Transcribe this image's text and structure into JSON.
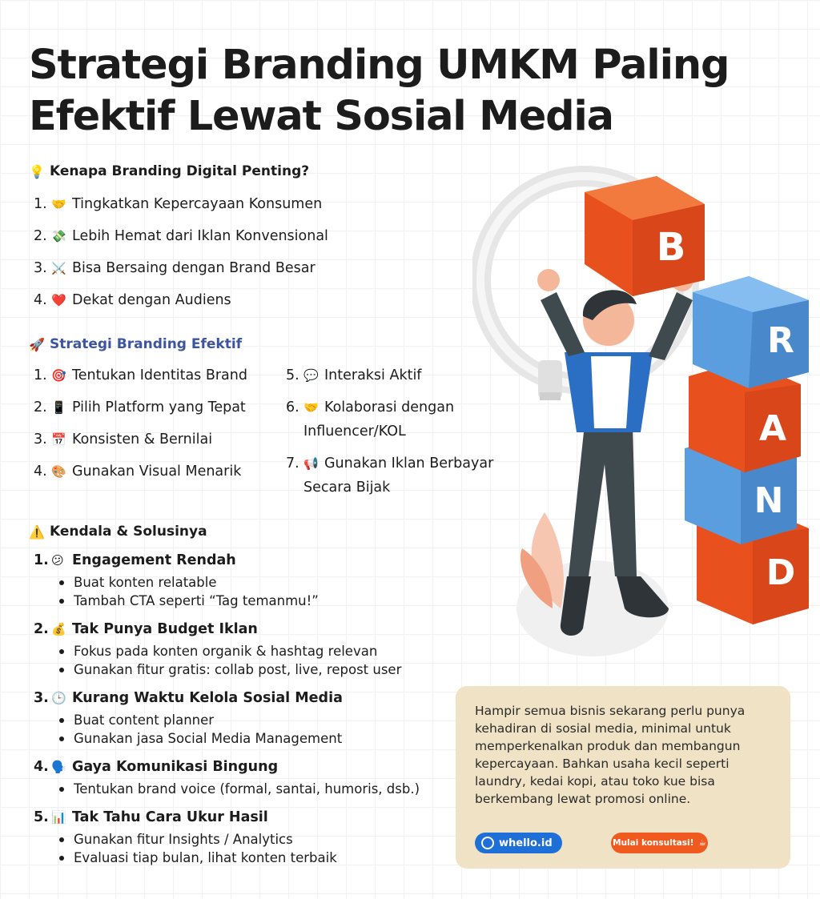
{
  "title_line1": "Strategi Branding UMKM Paling",
  "title_line2": "Efektif Lewat Sosial Media",
  "section1": {
    "icon": "💡",
    "heading": "Kenapa Branding Digital Penting?",
    "items": [
      {
        "num": "1.",
        "icon": "🤝",
        "text": "Tingkatkan Kepercayaan Konsumen"
      },
      {
        "num": "2.",
        "icon": "💸",
        "text": "Lebih Hemat dari Iklan Konvensional"
      },
      {
        "num": "3.",
        "icon": "⚔️",
        "text": "Bisa Bersaing dengan Brand Besar"
      },
      {
        "num": "4.",
        "icon": "❤️",
        "text": "Dekat dengan Audiens"
      }
    ]
  },
  "section2": {
    "icon": "🚀",
    "heading": "Strategi Branding Efektif",
    "items": [
      {
        "num": "1.",
        "icon": "🎯",
        "text": "Tentukan Identitas Brand"
      },
      {
        "num": "2.",
        "icon": "📱",
        "text": "Pilih Platform yang Tepat"
      },
      {
        "num": "3.",
        "icon": "📅",
        "text": "Konsisten & Bernilai"
      },
      {
        "num": "4.",
        "icon": "🎨",
        "text": "Gunakan Visual Menarik"
      },
      {
        "num": "5.",
        "icon": "💬",
        "text": "Interaksi Aktif"
      },
      {
        "num": "6.",
        "icon": "🤝",
        "text": "Kolaborasi dengan",
        "text2": "Influencer/KOL"
      },
      {
        "num": "7.",
        "icon": "📢",
        "text": "Gunakan Iklan Berbayar",
        "text2": "Secara Bijak"
      }
    ]
  },
  "section3": {
    "icon": "⚠️",
    "heading": "Kendala & Solusinya",
    "items": [
      {
        "num": "1.",
        "icon": "😕",
        "title": "Engagement Rendah",
        "bullets": [
          "Buat konten relatable",
          "Tambah CTA seperti “Tag temanmu!”"
        ]
      },
      {
        "num": "2.",
        "icon": "💰",
        "title": "Tak Punya Budget Iklan",
        "bullets": [
          "Fokus pada konten organik & hashtag relevan",
          "Gunakan fitur gratis: collab post, live, repost user"
        ]
      },
      {
        "num": "3.",
        "icon": "🕒",
        "title": "Kurang Waktu Kelola Sosial Media",
        "bullets": [
          "Buat content planner",
          "Gunakan jasa Social Media Management"
        ]
      },
      {
        "num": "4.",
        "icon": "🗣️",
        "title": "Gaya Komunikasi Bingung",
        "bullets": [
          "Tentukan brand voice (formal, santai, humoris, dsb.)"
        ]
      },
      {
        "num": "5.",
        "icon": "📊",
        "title": "Tak Tahu Cara Ukur Hasil",
        "bullets": [
          "Gunakan fitur Insights / Analytics",
          "Evaluasi tiap bulan, lihat konten terbaik"
        ]
      }
    ]
  },
  "card": {
    "text": "Hampir semua bisnis sekarang perlu punya kehadiran di sosial media, minimal untuk memperkenalkan produk dan membangun kepercayaan. Bahkan usaha kecil seperti laundry, kedai kopi, atau toko kue bisa berkembang lewat promosi online.",
    "site_label": "whello.id",
    "cta_label": "Mulai konsultasi!",
    "cta_icon": "☕"
  },
  "illustration": {
    "cube_letters": [
      "B",
      "R",
      "A",
      "N",
      "D"
    ]
  },
  "colors": {
    "title": "#1c1c1c",
    "section2_heading": "#3d55a0",
    "card_bg": "#efe2c5",
    "site_pill": "#1f6fd8",
    "cta_pill": "#f05a1e",
    "cube_orange": "#e8501e",
    "cube_blue": "#5a9ee0"
  }
}
